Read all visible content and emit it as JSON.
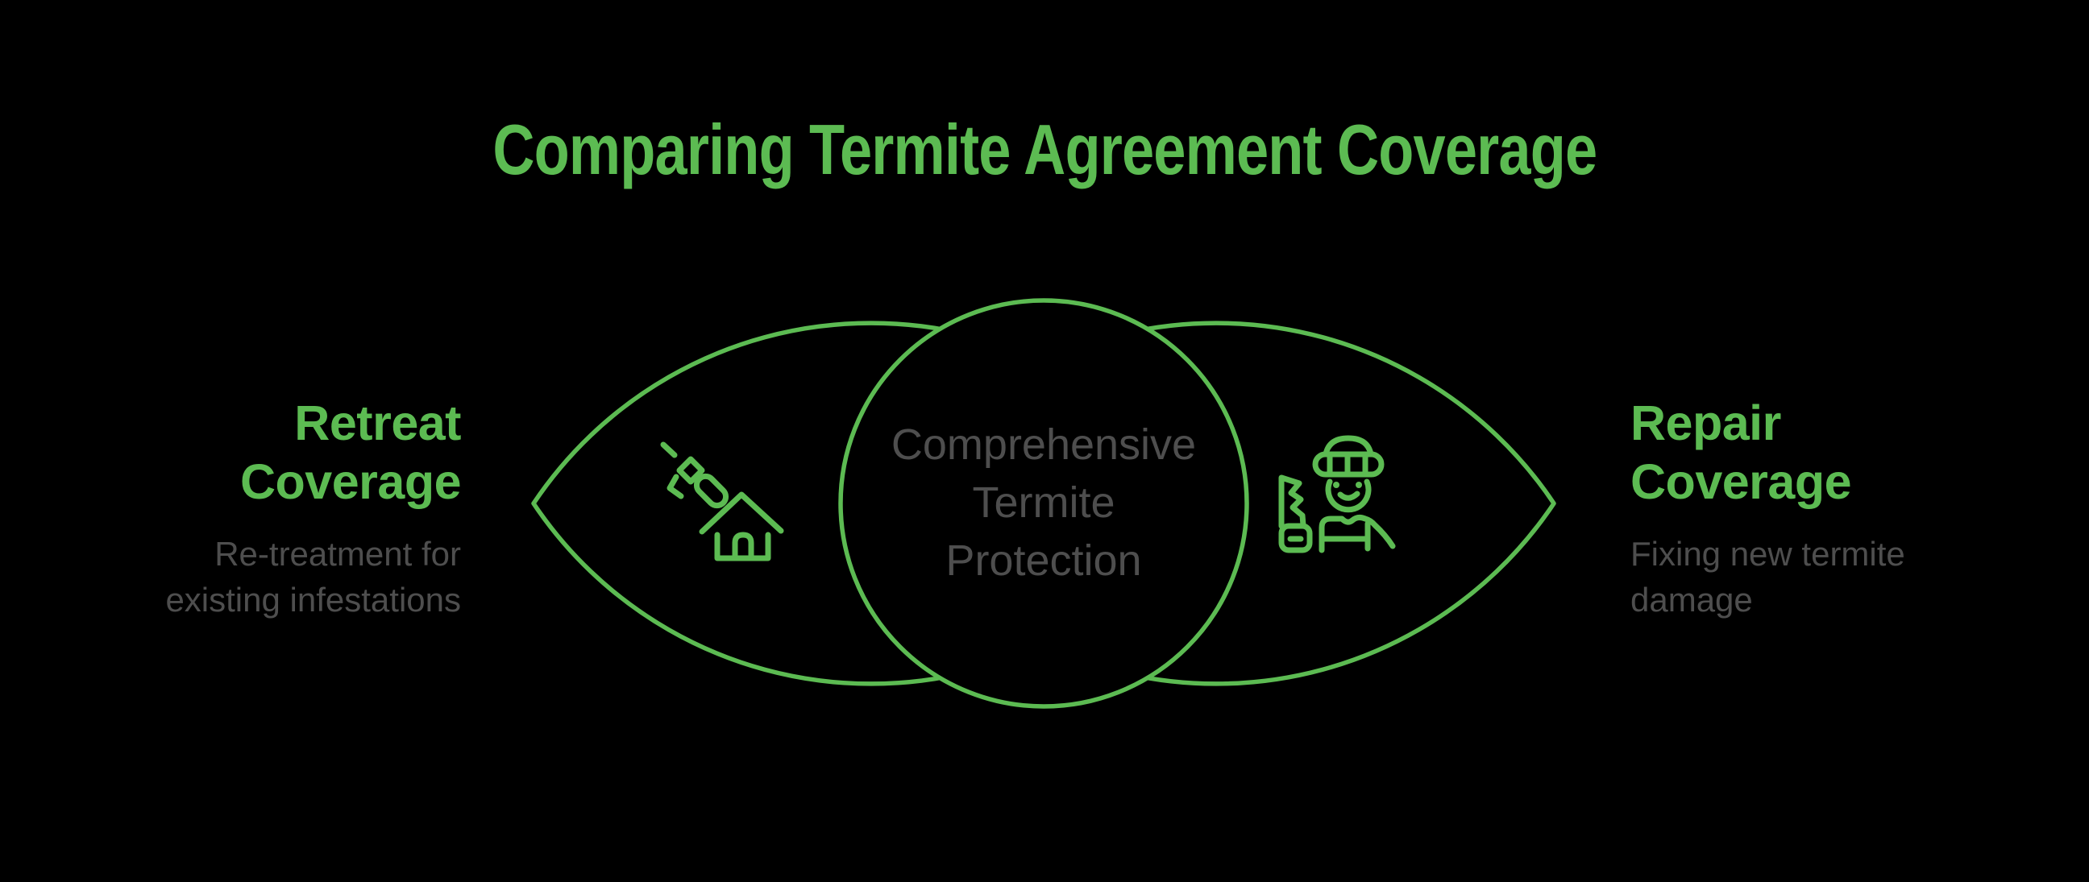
{
  "colors": {
    "background": "#000000",
    "green": "#5CBB52",
    "gray": "#4E4E4E"
  },
  "title": {
    "text": "Comparing Termite Agreement Coverage"
  },
  "venn": {
    "center_lines": [
      "Comprehensive",
      "Termite",
      "Protection"
    ],
    "icons": {
      "left": "spray-house-icon",
      "right": "worker-saw-icon"
    }
  },
  "panels": {
    "left": {
      "heading_lines": [
        "Retreat",
        "Coverage"
      ],
      "subtitle_lines": [
        "Re-treatment for",
        "existing infestations"
      ]
    },
    "right": {
      "heading_lines": [
        "Repair",
        "Coverage"
      ],
      "subtitle_lines": [
        "Fixing new termite",
        "damage"
      ]
    }
  }
}
